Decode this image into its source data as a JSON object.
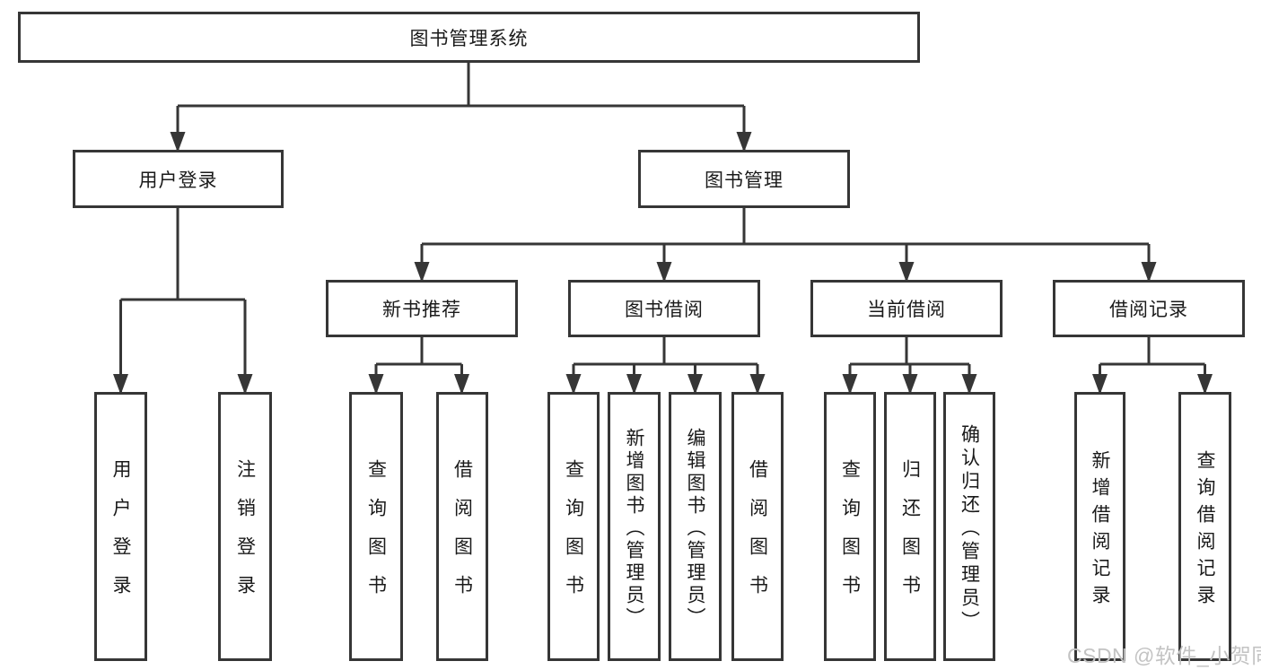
{
  "tree": {
    "root": {
      "label": "图书管理系统",
      "children": [
        {
          "label": "用户登录",
          "children": [
            {
              "label": "用户登录"
            },
            {
              "label": "注销登录"
            }
          ]
        },
        {
          "label": "图书管理",
          "children": [
            {
              "label": "新书推荐",
              "children": [
                {
                  "label": "查询图书"
                },
                {
                  "label": "借阅图书"
                }
              ]
            },
            {
              "label": "图书借阅",
              "children": [
                {
                  "label": "查询图书"
                },
                {
                  "label": "新增图书（管理员）"
                },
                {
                  "label": "编辑图书（管理员）"
                },
                {
                  "label": "借阅图书"
                }
              ]
            },
            {
              "label": "当前借阅",
              "children": [
                {
                  "label": "查询图书"
                },
                {
                  "label": "归还图书"
                },
                {
                  "label": "确认归还（管理员）"
                }
              ]
            },
            {
              "label": "借阅记录",
              "children": [
                {
                  "label": "新增借阅记录"
                },
                {
                  "label": "查询借阅记录"
                }
              ]
            }
          ]
        }
      ]
    }
  },
  "watermark": {
    "text": "CSDN @软件_小贺同学"
  },
  "colors": {
    "line": "#363636",
    "box_border": "#363636",
    "text": "#1a1a1a",
    "background": "#ffffff",
    "watermark": "#c3c3c3"
  }
}
